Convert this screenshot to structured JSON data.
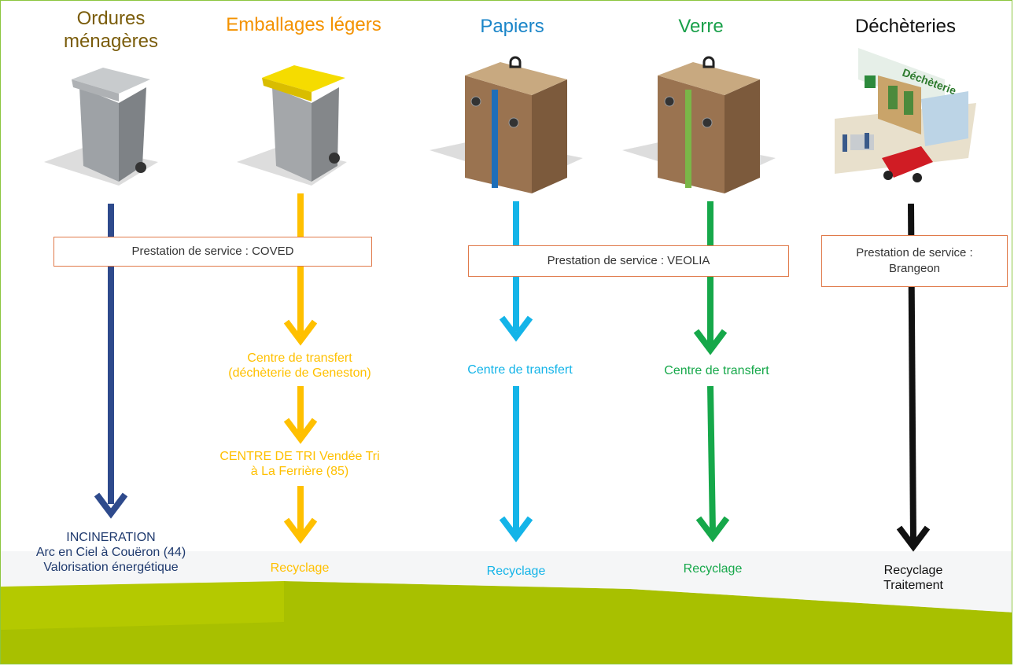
{
  "headers": {
    "ordures": "Ordures\nménagères",
    "emballages": "Emballages légers",
    "papiers": "Papiers",
    "verre": "Verre",
    "decheteries": "Déchèteries"
  },
  "boxes": {
    "coved": "Prestation de service : COVED",
    "veolia": "Prestation de service : VEOLIA",
    "brangeon": "Prestation de service :\nBrangeon"
  },
  "emballages": {
    "step1": "Centre de transfert\n(déchèterie de Geneston)",
    "step2": "CENTRE DE TRI Vendée Tri\nà La Ferrière (85)",
    "final": "Recyclage"
  },
  "papiers": {
    "step1": "Centre de transfert",
    "final": "Recyclage"
  },
  "verre": {
    "step1": "Centre de transfert",
    "final": "Recyclage"
  },
  "ordures": {
    "final": "INCINERATION\nArc en Ciel à Couëron (44)\nValorisation énergétique"
  },
  "decheteries": {
    "final": "Recyclage\nTraitement",
    "sign": "Déchèterie"
  },
  "colors": {
    "ordures": "#7a5c0a",
    "emballages": "#f39200",
    "papiers": "#1a85c8",
    "verre": "#1aa04a",
    "decheteries": "#111111",
    "ordures_arrow": "#2e4a8c",
    "emballages_arrow": "#ffc000",
    "papiers_arrow": "#14b4e8",
    "verre_arrow": "#16a84a",
    "box_border": "#e07a4a",
    "ground": "#a8c000"
  }
}
